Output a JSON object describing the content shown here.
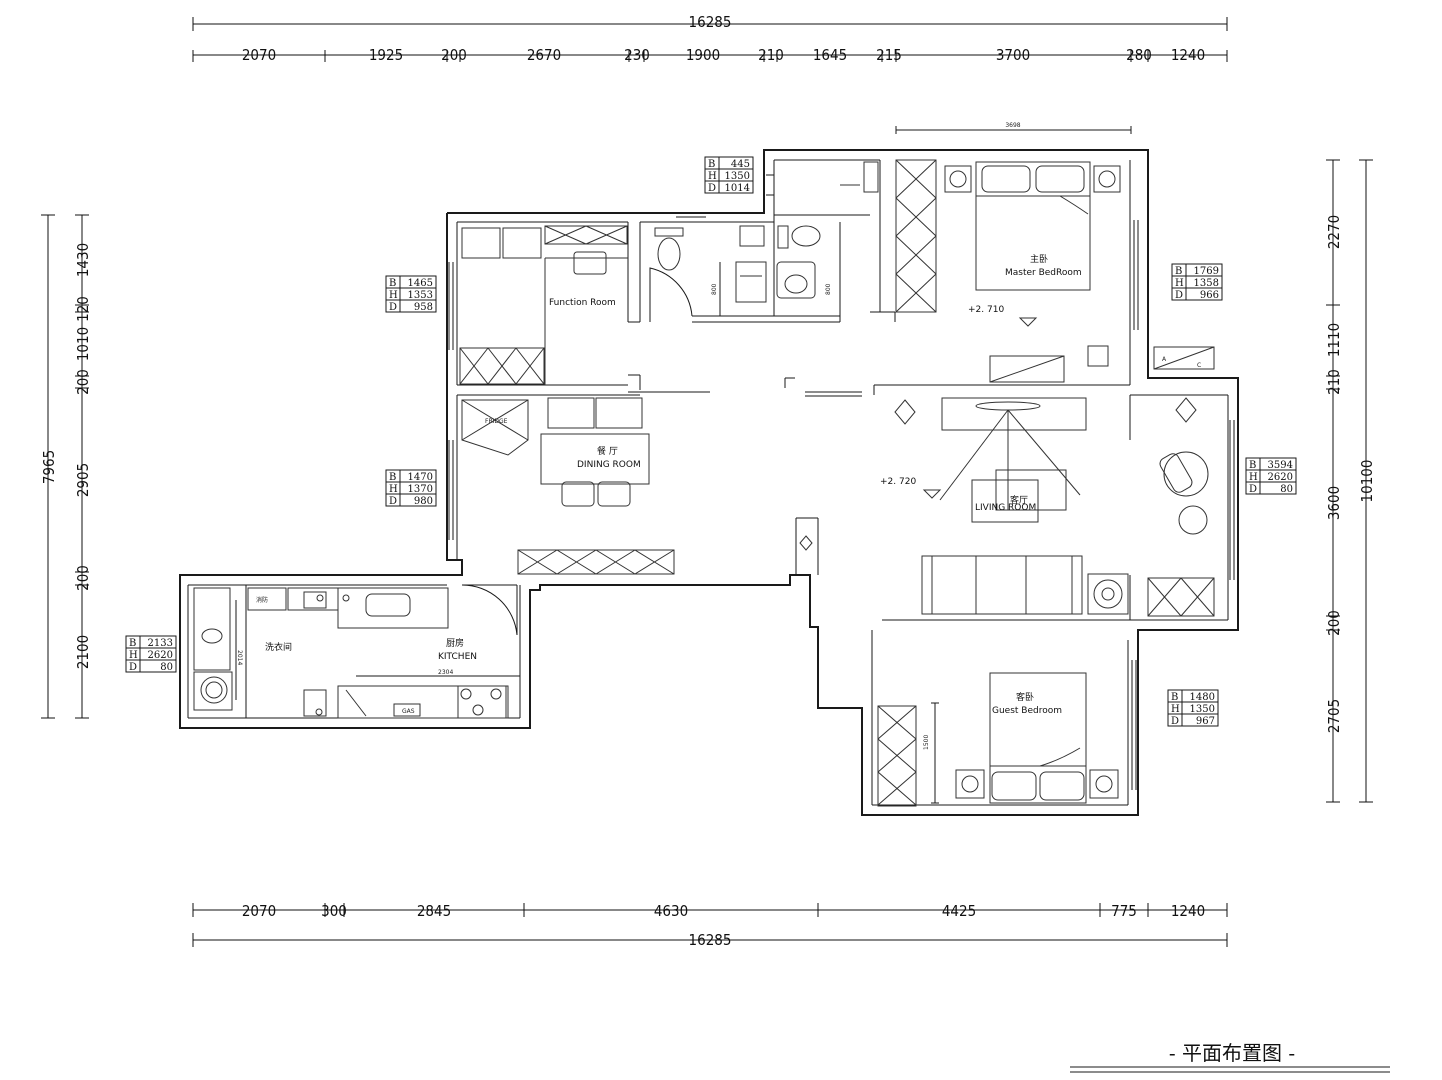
{
  "title": "- 平面布置图 -",
  "dimensions": {
    "top_total": "16285",
    "top_segments": [
      "2070",
      "1925",
      "200",
      "2670",
      "230",
      "1900",
      "210",
      "1645",
      "215",
      "3700",
      "280",
      "1240"
    ],
    "top_inner": "3698",
    "bottom_segments": [
      "2070",
      "300",
      "2845",
      "4630",
      "4425",
      "775",
      "1240"
    ],
    "bottom_total": "16285",
    "left_total": "7965",
    "left_segments": [
      "1430",
      "120",
      "1010",
      "200",
      "2905",
      "200",
      "2100"
    ],
    "right_total": "10100",
    "right_segments": [
      "2270",
      "1110",
      "210",
      "3600",
      "200",
      "2705"
    ],
    "interior": [
      "2304",
      "2014",
      "1500",
      "800",
      "800"
    ]
  },
  "rooms": {
    "function": "Function Room",
    "master_cn": "主卧",
    "master_en": "Master BedRoom",
    "dining_cn": "餐 厅",
    "dining_en": "DINING ROOM",
    "living_cn": "客厅",
    "living_en": "LIVING ROOM",
    "kitchen_cn": "厨房",
    "kitchen_en": "KITCHEN",
    "laundry_cn": "洗衣间",
    "guest_cn": "客卧",
    "guest_en": "Guest Bedroom"
  },
  "levels": {
    "master": "+2. 710",
    "living": "+2. 720"
  },
  "labels": {
    "fire": "消防",
    "gas": "GAS",
    "fridge": "FRIDGE",
    "ac_a": "A",
    "ac_c": "C"
  },
  "window_tables": [
    {
      "B": "445",
      "H": "1350",
      "D": "1014"
    },
    {
      "B": "1465",
      "H": "1353",
      "D": "958"
    },
    {
      "B": "1769",
      "H": "1358",
      "D": "966"
    },
    {
      "B": "1470",
      "H": "1370",
      "D": "980"
    },
    {
      "B": "3594",
      "H": "2620",
      "D": "80"
    },
    {
      "B": "2133",
      "H": "2620",
      "D": "80"
    },
    {
      "B": "1480",
      "H": "1350",
      "D": "967"
    }
  ]
}
